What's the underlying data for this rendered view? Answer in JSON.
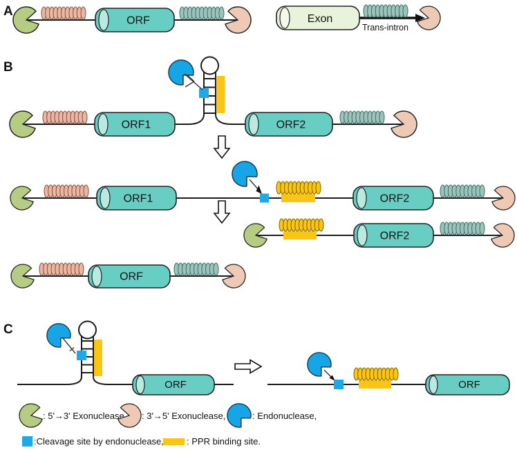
{
  "panels": {
    "a": "A",
    "b": "B",
    "c": "C"
  },
  "items": {
    "orf": "ORF",
    "orf1": "ORF1",
    "orf2": "ORF2",
    "exon": "Exon",
    "trans_intron": "Trans-intron"
  },
  "legend": {
    "exo53": ": 5'→3' Exonuclease,",
    "exo35": ": 3'→5' Exonuclease,",
    "endo": ": Endonuclease,",
    "cleavage": ":Cleavage site by endonuclease,",
    "ppr": ": PPR binding site."
  },
  "colors": {
    "endonuclease_blue": "#16a5e6",
    "exonuclease_5to3_green": "#b6cc83",
    "exonuclease_3to5_pink": "#eecab6",
    "orf_cylinder_teal": "#68cec3",
    "exon_cylinder_green": "#e9f3dc",
    "ppr_binding_yellow": "#fac515",
    "cleavage_site_blue": "#1ea9e9",
    "coil_pink": "#ebb7a3",
    "coil_teal": "#9cc4bd"
  }
}
